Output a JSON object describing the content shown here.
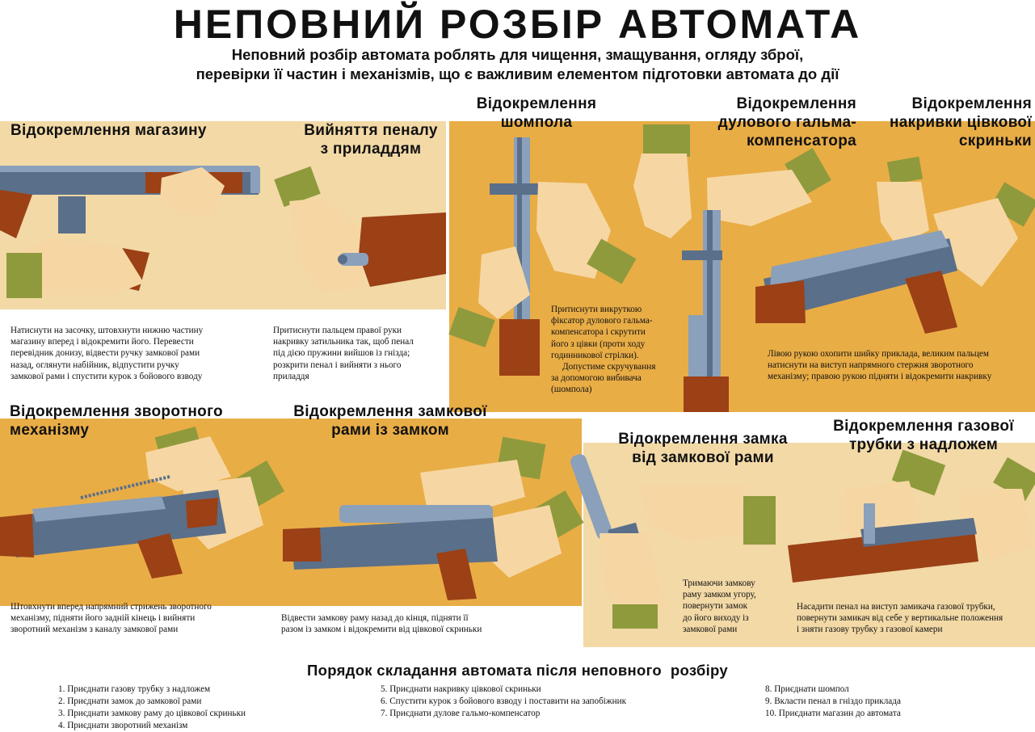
{
  "title": "НЕПОВНИЙ РОЗБІР АВТОМАТА",
  "subtitle_lines": [
    "Неповний розбір автомата роблять для чищення, змащування, огляду зброї,",
    "перевірки її частин і механізмів, що є важливим елементом підготовки автомата до дії"
  ],
  "colors": {
    "panel_light": "#f2d9a6",
    "panel_dark": "#e9ad46",
    "sleeve": "#8f9a3c",
    "skin": "#f6d7a3",
    "wood": "#9c4016",
    "metal": "#5a6f8a"
  },
  "steps": [
    {
      "heading_lines": [
        "Відокремлення магазину"
      ],
      "caption_lines": [
        "Натиснути на засочку, штовхнути нижню частину",
        "магазину вперед і відокремити його. Перевести",
        "перевідник донизу, відвести ручку замкової рами",
        "назад, оглянути набійник, відпустити ручку",
        "замкової рами і спустити курок з бойового взводу"
      ]
    },
    {
      "heading_lines": [
        "Вийняття пеналу",
        "з приладдям"
      ],
      "caption_lines": [
        "Притиснути пальцем правої руки",
        "накривку затильника так, щоб пенал",
        "під дією пружини вийшов із гнізда;",
        "розкрити пенал і вийняти з нього",
        "приладдя"
      ]
    },
    {
      "heading_lines": [
        "Відокремлення",
        "шомпола"
      ],
      "caption_lines": []
    },
    {
      "heading_lines": [
        "Відокремлення",
        "дулового гальма-",
        "компенсатора"
      ],
      "caption_lines": [
        "Притиснути викруткою",
        "фіксатор дулового гальма-",
        "компенсатора і скрутити",
        "його з цівки (проти ходу",
        "годинникової стрілки).",
        "Допустиме скручування",
        "за допомогою вибивача",
        "(шомпола)"
      ]
    },
    {
      "heading_lines": [
        "Відокремлення",
        "накривки цівкової",
        "скриньки"
      ],
      "caption_lines": [
        "Лівою рукою охопити шийку приклада, великим пальцем",
        "натиснути на виступ напрямного стержня зворотного",
        "механізму; правою рукою підняти і відокремити накривку"
      ]
    },
    {
      "heading_lines": [
        "Відокремлення зворотного",
        "механізму"
      ],
      "caption_lines": [
        "Штовхнути вперед напрямний стрижень зворотного",
        "механізму, підняти його задній кінець і вийняти",
        "зворотний механізм з каналу замкової рами"
      ]
    },
    {
      "heading_lines": [
        "Відокремлення замкової",
        "рами із замком"
      ],
      "caption_lines": [
        "Відвести замкову раму назад до кінця, підняти її",
        "разом із замком і відокремити від цівкової скриньки"
      ]
    },
    {
      "heading_lines": [
        "Відокремлення замка",
        "від замкової рами"
      ],
      "caption_lines": [
        "Тримаючи замкову",
        "раму замком угору,",
        "повернути замок",
        "до його виходу із",
        "замкової рами"
      ]
    },
    {
      "heading_lines": [
        "Відокремлення газової",
        "трубки з надложем"
      ],
      "caption_lines": [
        "Насадити пенал на виступ замикача газової трубки,",
        "повернути замикач від себе у вертикальне положення",
        "і зняти газову трубку з газової камери"
      ]
    }
  ],
  "assembly": {
    "heading": "Порядок складання автомата після неповного  розбіру",
    "columns": [
      [
        "1. Приєднати газову трубку з надложем",
        "2. Приєднати замок до замкової рами",
        "3. Приєднати замкову раму до цівкової скриньки",
        "4. Приєднати зворотний механізм"
      ],
      [
        "5. Приєднати накривку цівкової скриньки",
        "6. Спустити курок з бойового взводу і поставити на запобіжник",
        "7. Приєднати дулове гальмо-компенсатор"
      ],
      [
        "8. Приєднати шомпол",
        "9. Вкласти пенал в гніздо приклада",
        "10. Приєднати магазин до автомата"
      ]
    ]
  }
}
